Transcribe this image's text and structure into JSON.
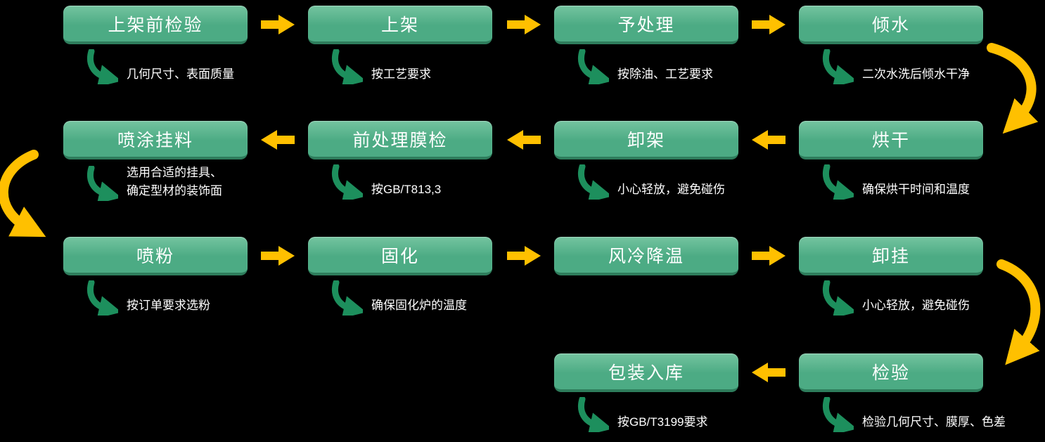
{
  "colors": {
    "background": "#000000",
    "box_green_light": "#74c4a0",
    "box_green": "#4cab84",
    "box_green_dark": "#2e7d5c",
    "arrow_gold": "#ffc000",
    "note_green": "#1d8f5d",
    "text": "#ffffff"
  },
  "nodes": [
    {
      "label": "上架前检验",
      "note": "几何尺寸、表面质量"
    },
    {
      "label": "上架",
      "note": "按工艺要求"
    },
    {
      "label": "予处理",
      "note": "按除油、工艺要求"
    },
    {
      "label": "倾水",
      "note": "二次水洗后倾水干净"
    },
    {
      "label": "喷涂挂料",
      "note": "选用合适的挂具、",
      "note2": "确定型材的装饰面"
    },
    {
      "label": "前处理膜检",
      "note": "按GB/T813,3"
    },
    {
      "label": "卸架",
      "note": "小心轻放，避免碰伤"
    },
    {
      "label": "烘干",
      "note": "确保烘干时间和温度"
    },
    {
      "label": "喷粉",
      "note": "按订单要求选粉"
    },
    {
      "label": "固化",
      "note": "确保固化炉的温度"
    },
    {
      "label": "风冷降温"
    },
    {
      "label": "卸挂",
      "note": "小心轻放，避免碰伤"
    },
    {
      "label": "包装入库",
      "note": "按GB/T3199要求"
    },
    {
      "label": "检验",
      "note": "检验几何尺寸、膜厚、色差"
    }
  ]
}
